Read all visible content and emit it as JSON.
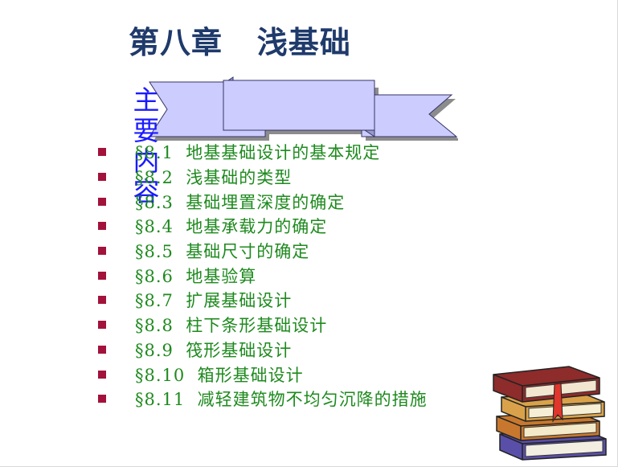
{
  "slide": {
    "title": "第八章   浅基础",
    "side_label": "主要内容",
    "items": [
      "§8.1  地基基础设计的基本规定",
      "§8.2  浅基础的类型",
      "§8.3  基础埋置深度的确定",
      "§8.4  地基承载力的确定",
      "§8.5  基础尺寸的确定",
      "§8.6  地基验算",
      "§8.7  扩展基础设计",
      "§8.8  柱下条形基础设计",
      "§8.9  筏形基础设计",
      "§8.10  箱形基础设计",
      "§8.11  减轻建筑物不均匀沉降的措施"
    ]
  },
  "colors": {
    "title": "#1f3a6b",
    "side_label": "#1a1aff",
    "bullet": "#a3123a",
    "item_text": "#1e8a1e",
    "ribbon_fill": "#ccccff",
    "ribbon_shadow": "#8c8c8c"
  },
  "icons": {
    "ribbon": "banner-ribbon",
    "books": "book-stack-clipart",
    "bullet": "square-bullet"
  }
}
